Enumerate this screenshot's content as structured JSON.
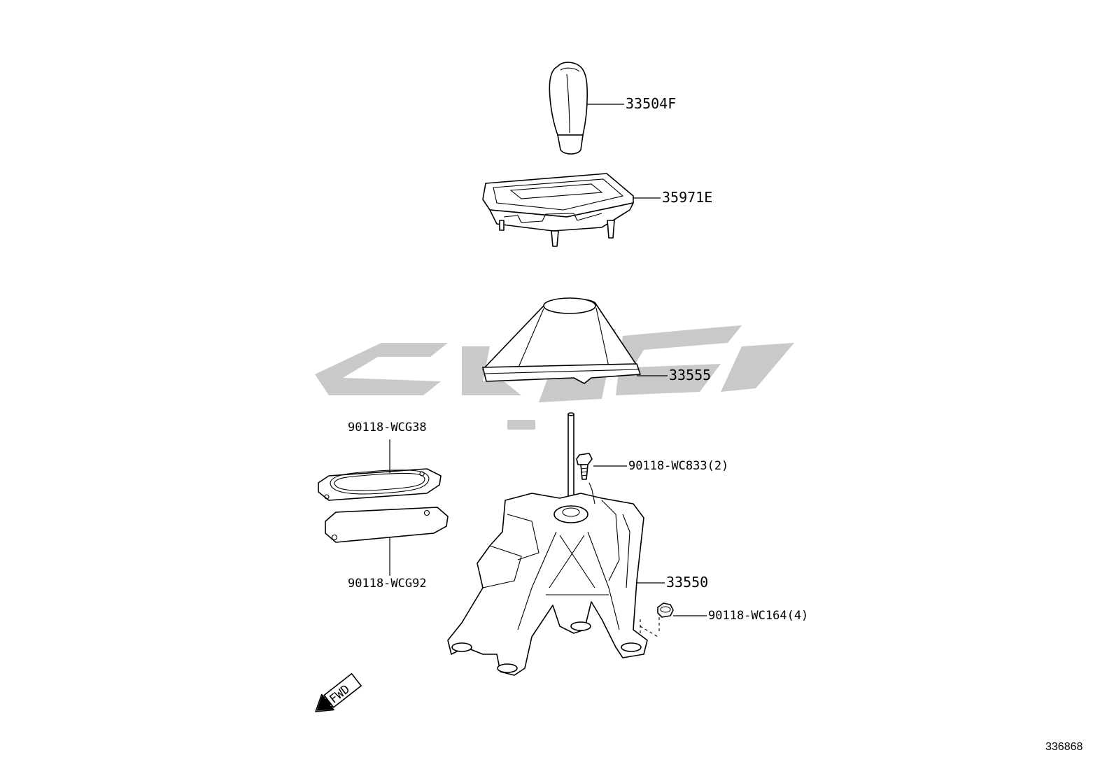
{
  "parts": {
    "knob": "33504F",
    "bezel": "35971E",
    "boot": "33555",
    "gasket_upper": "90118-WCG38",
    "bolt": "90118-WC833(2)",
    "gasket_lower": "90118-WCG92",
    "shifter_assembly": "33550",
    "nut": "90118-WC164(4)"
  },
  "direction_arrow": "FWD",
  "diagram_code": "336868",
  "watermark_color": "#c9c9c9"
}
